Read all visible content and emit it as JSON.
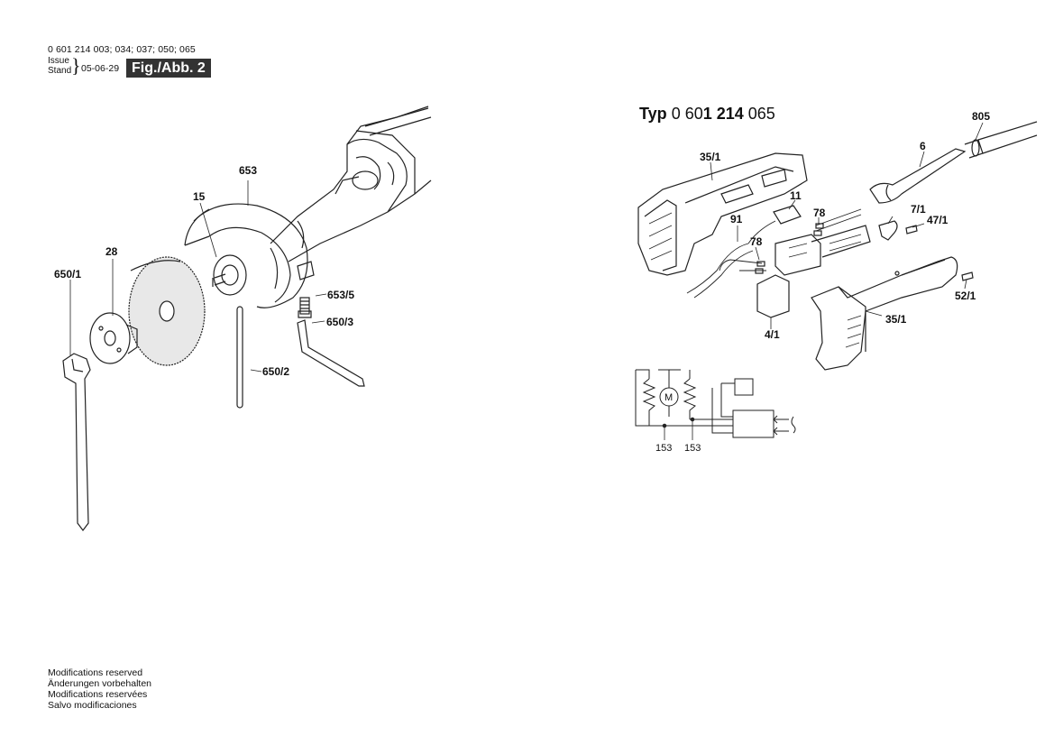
{
  "header": {
    "models": "0 601 214 003; 034; 037; 050; 065",
    "issue_label_en": "Issue",
    "issue_label_de": "Stand",
    "date": "05-06-29",
    "figure": "Fig./Abb. 2"
  },
  "type_heading": {
    "prefix": "Typ",
    "p1": "0 60",
    "p2": "1 214",
    "p3": " 065"
  },
  "left_labels": {
    "l653": "653",
    "l15": "15",
    "l28": "28",
    "l650_1": "650/1",
    "l653_5": "653/5",
    "l650_3": "650/3",
    "l650_2": "650/2"
  },
  "right_labels": {
    "l805": "805",
    "l6": "6",
    "l35_1a": "35/1",
    "l11": "11",
    "l78a": "78",
    "l91": "91",
    "l78b": "78",
    "l7_1": "7/1",
    "l47_1": "47/1",
    "l52_1": "52/1",
    "l35_1b": "35/1",
    "l4_1": "4/1",
    "l153a": "153",
    "l153b": "153",
    "motor": "M"
  },
  "footer": {
    "line1": "Modifications reserved",
    "line2": "Änderungen vorbehalten",
    "line3": "Modifications reservées",
    "line4": "Salvo modificaciones"
  }
}
